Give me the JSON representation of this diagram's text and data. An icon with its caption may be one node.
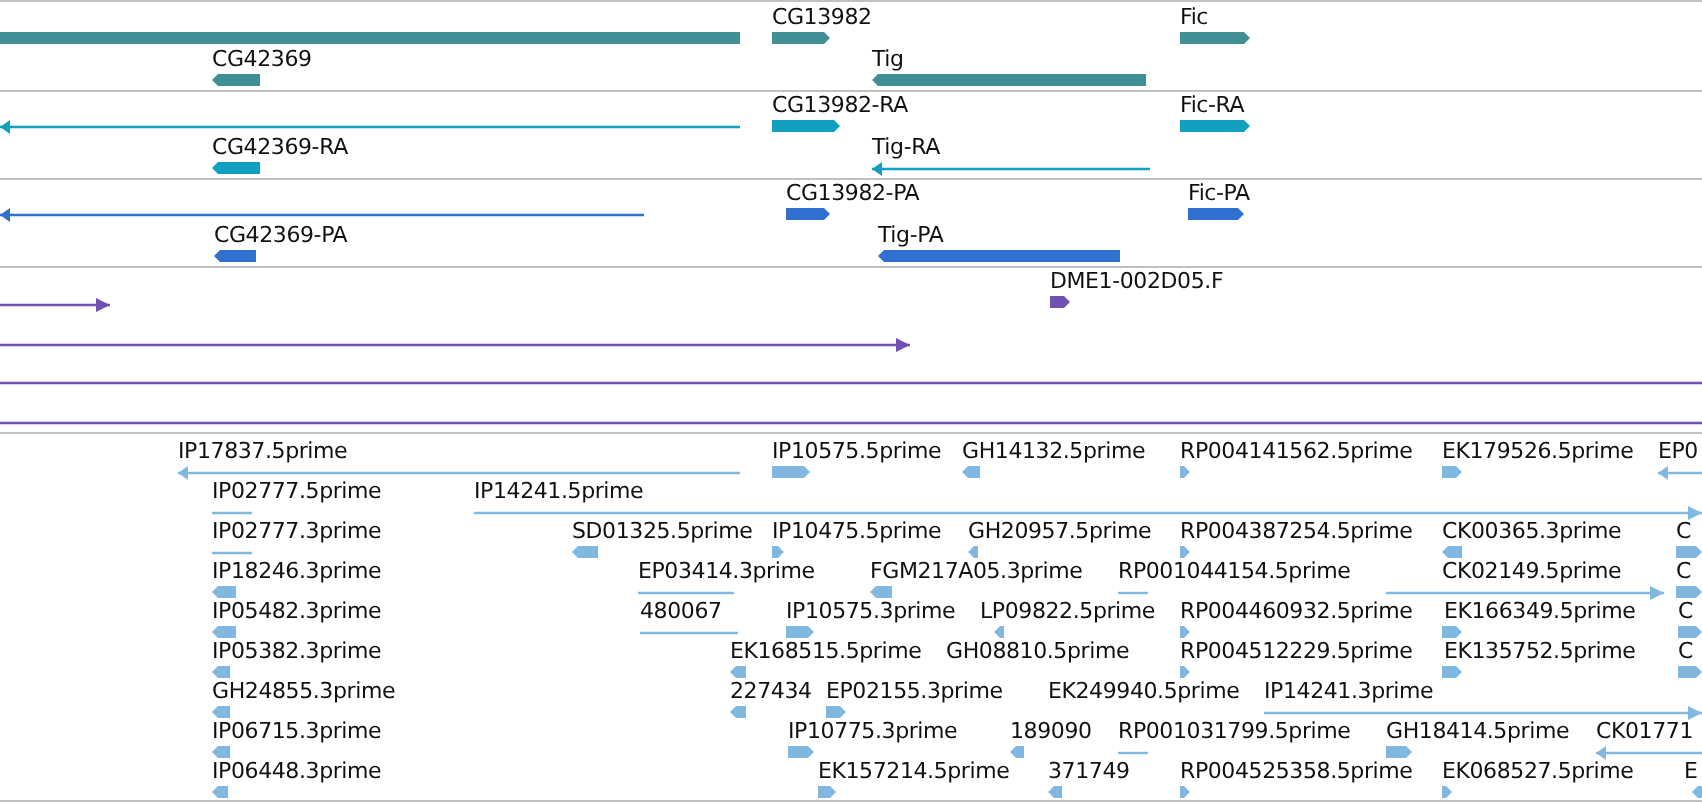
{
  "diagram": {
    "labels": [
      "CG13982",
      "Fic",
      "CG42369",
      "Tig",
      "CG13982-RA",
      "Fic-RA",
      "CG42369-RA",
      "Tig-RA",
      "CG13982-PA",
      "Fic-PA",
      "CG42369-PA",
      "Tig-PA",
      "DME1-002D05.F",
      "IP17837.5prime",
      "IP10575.5prime",
      "GH14132.5prime",
      "RP004141562.5prime",
      "EK179526.5prime",
      "EP0",
      "IP02777.5prime",
      "IP14241.5prime",
      "IP02777.3prime",
      "SD01325.5prime",
      "IP10475.5prime",
      "GH20957.5prime",
      "RP004387254.5prime",
      "CK00365.3prime",
      "C",
      "IP18246.3prime",
      "EP03414.3prime",
      "FGM217A05.3prime",
      "RP001044154.5prime",
      "CK02149.5prime",
      "C",
      "IP05482.3prime",
      "480067",
      "IP10575.3prime",
      "LP09822.5prime",
      "RP004460932.5prime",
      "EK166349.5prime",
      "C",
      "IP05382.3prime",
      "EK168515.5prime",
      "GH08810.5prime",
      "RP004512229.5prime",
      "EK135752.5prime",
      "C",
      "GH24855.3prime",
      "227434",
      "EP02155.3prime",
      "EK249940.5prime",
      "IP14241.3prime",
      "IP06715.3prime",
      "IP10775.3prime",
      "189090",
      "RP001031799.5prime",
      "GH18414.5prime",
      "CK01771",
      "IP06448.3prime",
      "EK157214.5prime",
      "371749",
      "RP004525358.5prime",
      "EK068527.5prime",
      "E"
    ]
  }
}
